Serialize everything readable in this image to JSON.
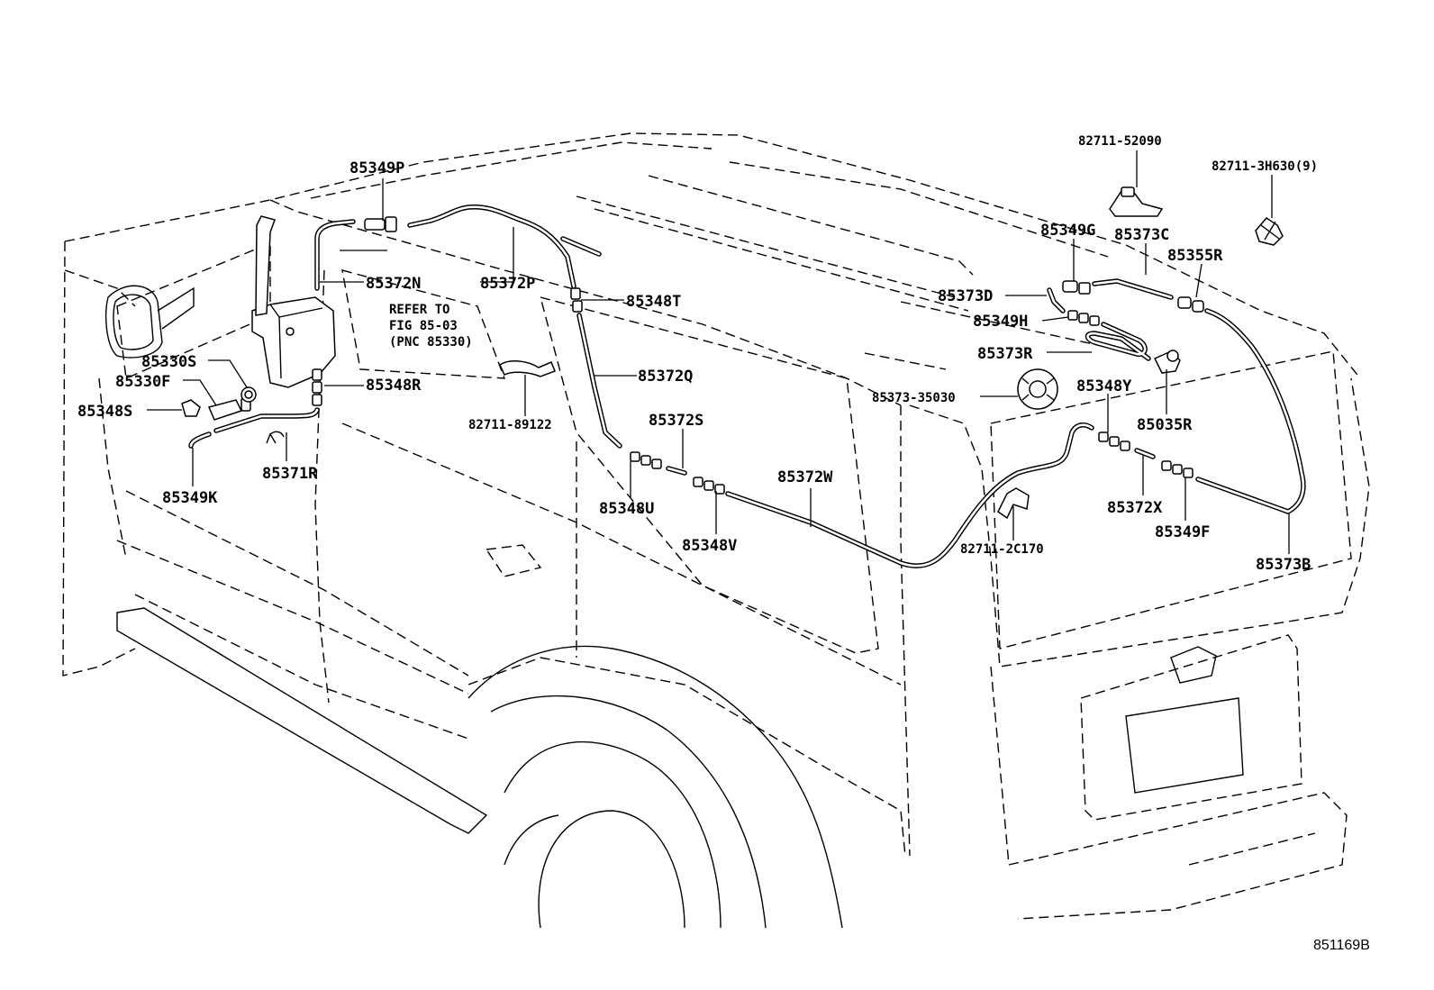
{
  "diagram": {
    "callouts": {
      "p85349P": "85349P",
      "p85372N": "85372N",
      "p85372P": "85372P",
      "p85348T": "85348T",
      "p85330S": "85330S",
      "p85330F": "85330F",
      "p85348S": "85348S",
      "p85349K": "85349K",
      "p85371R": "85371R",
      "p85348R": "85348R",
      "p82711_89122": "82711-89122",
      "p85372Q": "85372Q",
      "p85372S": "85372S",
      "p85348U": "85348U",
      "p85348V": "85348V",
      "p85372W": "85372W",
      "p82711_2C170": "82711-2C170",
      "p82711_52090": "82711-52090",
      "p82711_3H630": "82711-3H630(9)",
      "p85349G": "85349G",
      "p85373C": "85373C",
      "p85355R": "85355R",
      "p85373D": "85373D",
      "p85349H": "85349H",
      "p85373R": "85373R",
      "p85373_35030": "85373-35030",
      "p85348Y": "85348Y",
      "p85035R": "85035R",
      "p85372X": "85372X",
      "p85349F": "85349F",
      "p85373B": "85373B"
    },
    "reference_note": {
      "line1": "REFER TO",
      "line2": "FIG 85-03",
      "line3": "(PNC 85330)"
    },
    "figure_id": "851169B"
  }
}
